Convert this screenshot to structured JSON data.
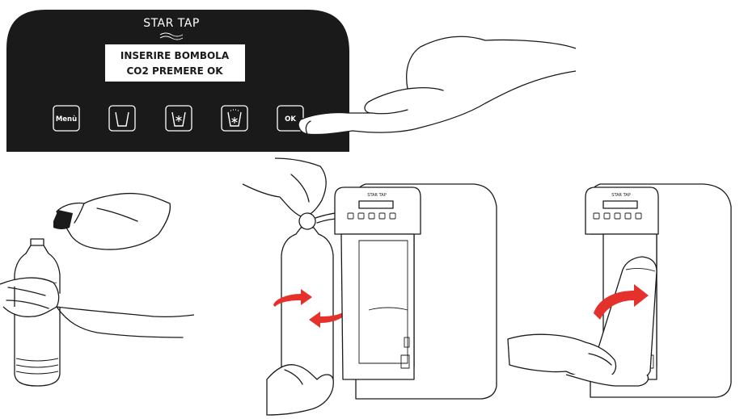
{
  "panel": {
    "brand": "STAR TAP",
    "display_line1": "INSERIRE BOMBOLA",
    "display_line2": "CO2 PREMERE OK",
    "buttons": {
      "menu": "Menù",
      "ok": "OK"
    }
  },
  "machine": {
    "brand": "STAR TAP"
  },
  "colors": {
    "panel_bg": "#1a1a1a",
    "display_bg": "#ffffff",
    "arrow": "#e4312b"
  },
  "icons": [
    "glass-icon",
    "sparkling-glass-icon",
    "chilled-sparkling-glass-icon",
    "rotate-arrows-icon",
    "insert-arrow-icon"
  ]
}
